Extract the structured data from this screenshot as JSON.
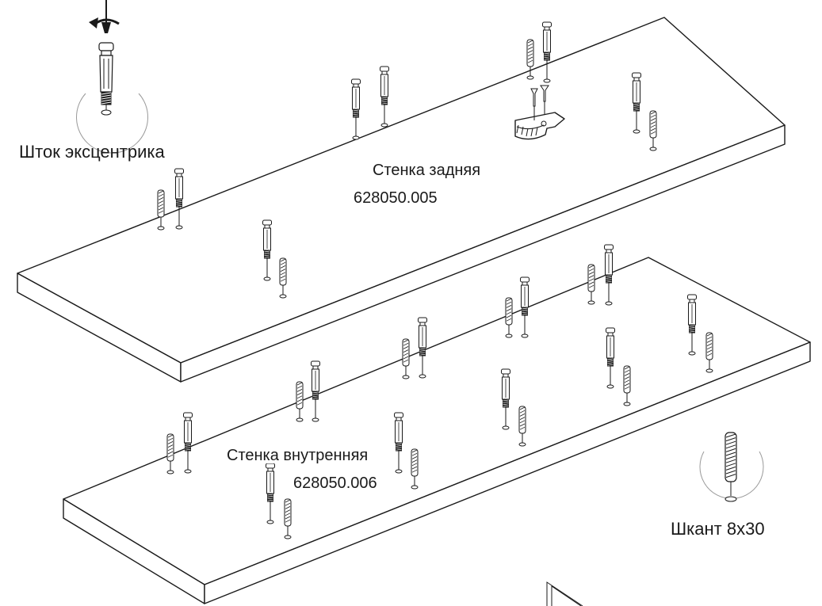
{
  "labels": {
    "stem_detail": "Шток эксцентрика",
    "back_wall_name": "Стенка задняя",
    "back_wall_code": "628050.005",
    "inner_wall_name": "Стенка внутренняя",
    "inner_wall_code": "628050.006",
    "dowel_detail": "Шкант 8х30"
  },
  "colors": {
    "line": "#1a1a1a",
    "background": "#ffffff",
    "detail_circle": "#9a9a9a"
  },
  "icons": [
    "screwdriver-rotation-icon",
    "eccentric-stem-icon",
    "dowel-icon",
    "cam-lock-housing-icon",
    "screw-icon"
  ]
}
